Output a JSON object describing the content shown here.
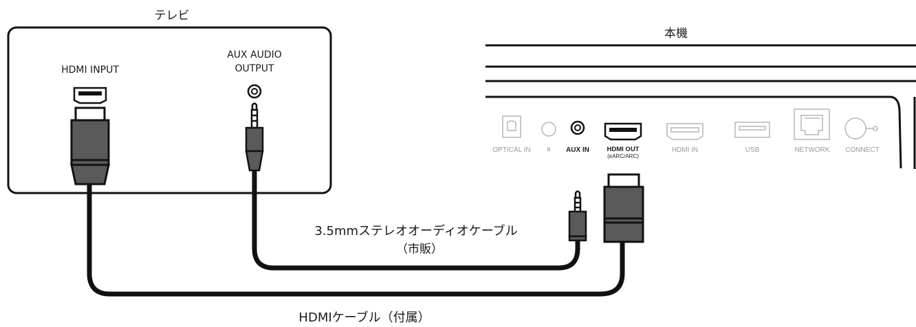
{
  "tv": {
    "title": "テレビ",
    "hdmi_input_label": "HDMI INPUT",
    "aux_output_label_line1": "AUX AUDIO",
    "aux_output_label_line2": "OUTPUT"
  },
  "device": {
    "title": "本機",
    "ports": {
      "optical_in": "OPTICAL IN",
      "bluetooth": "ʙ",
      "aux_in": "AUX IN",
      "hdmi_out_line1": "HDMI OUT",
      "hdmi_out_line2": "(eARC/ARC)",
      "hdmi_in": "HDMI IN",
      "usb": "USB",
      "network": "NETWORK",
      "connect": "CONNECT"
    }
  },
  "cables": {
    "audio_cable_line1": "3.5mmステレオオーディオケーブル",
    "audio_cable_line2": "（市販）",
    "hdmi_cable": "HDMIケーブル（付属）"
  },
  "colors": {
    "plug_body": "#5a5a5a",
    "plug_outline": "#111111",
    "cable": "#111111",
    "inactive_port": "#b5b5b5"
  }
}
